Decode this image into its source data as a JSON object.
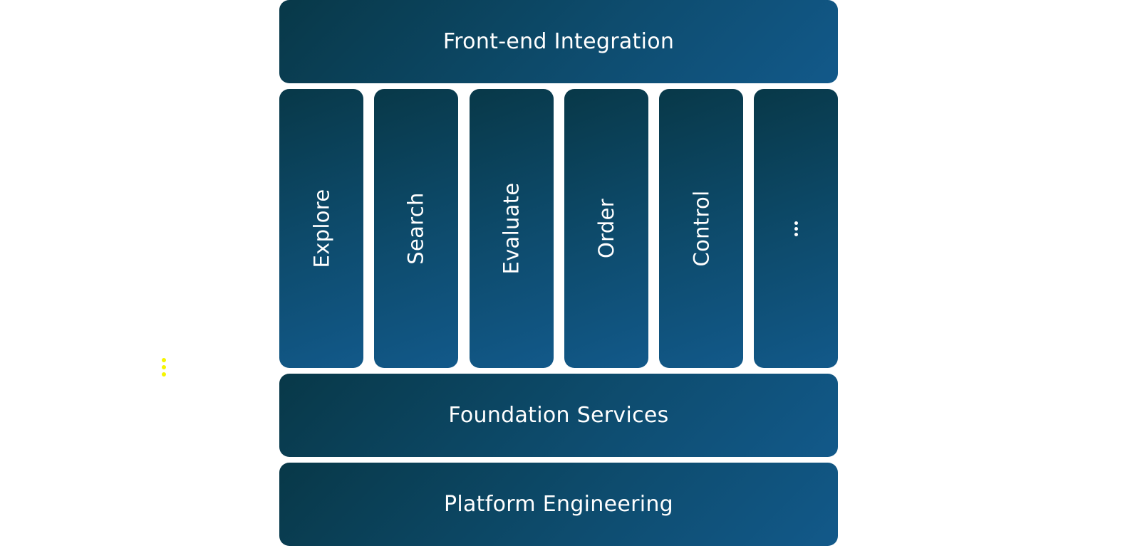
{
  "diagram": {
    "top_layer": {
      "label": "Front-end Integration"
    },
    "capabilities": [
      {
        "label": "Explore"
      },
      {
        "label": "Search"
      },
      {
        "label": "Evaluate"
      },
      {
        "label": "Order"
      },
      {
        "label": "Control"
      },
      {
        "label": "",
        "icon": "ellipsis-vertical-icon"
      }
    ],
    "foundation_layer": {
      "label": "Foundation Services"
    },
    "platform_layer": {
      "label": "Platform Engineering"
    }
  },
  "side_handle": {
    "icon": "drag-handle-dots-icon",
    "color": "#f5f500"
  },
  "colors": {
    "box_gradient_start": "#083848",
    "box_gradient_end": "#12598a",
    "text": "#ffffff",
    "background": "#ffffff"
  }
}
